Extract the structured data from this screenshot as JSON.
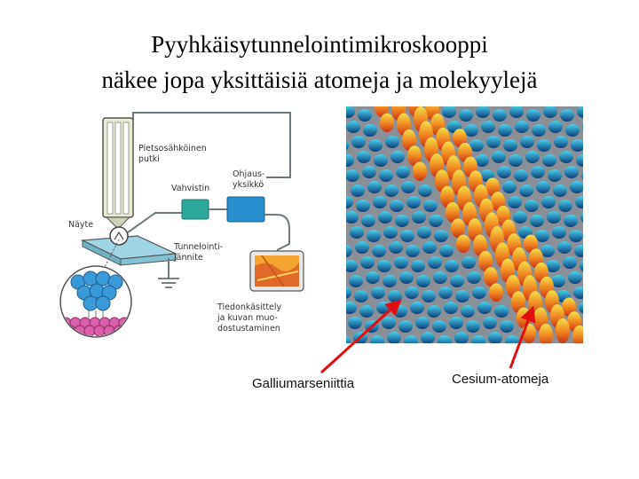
{
  "slide": {
    "title_line1": "Pyyhkäisytunnelointimikroskooppi",
    "title_line2": "näkee jopa yksittäisiä atomeja ja molekyylejä"
  },
  "diagram": {
    "labels": {
      "piezo_line1": "Pietsosähköinen",
      "piezo_line2": "putki",
      "control_line1": "Ohjaus-",
      "control_line2": "yksikkö",
      "amplifier": "Vahvistin",
      "sample": "Näyte",
      "tunnel_line1": "Tunnelointi-",
      "tunnel_line2": "jännite",
      "processing_line1": "Tiedonkäsittely",
      "processing_line2": "ja kuvan muo-",
      "processing_line3": "dostustaminen"
    },
    "colors": {
      "piezo": "#e9ecd2",
      "amplifier": "#2ea89a",
      "control_unit": "#2a8fcf",
      "sample_plate": "#9fd6e3",
      "tip_atoms": "#3a9ad9",
      "sample_atoms": "#d85fa8",
      "wire": "#6d7b7f"
    }
  },
  "stm_image": {
    "colors": {
      "background": "#8a8f95",
      "substrate_peak": "#1fb0d8",
      "substrate_valley": "#0c3f7a",
      "cesium_low": "#f0d23a",
      "cesium_high": "#e0451d"
    }
  },
  "captions": {
    "gallium": "Galliumarseniittia",
    "cesium": "Cesium-atomeja"
  },
  "arrows": {
    "color": "#e01010"
  }
}
